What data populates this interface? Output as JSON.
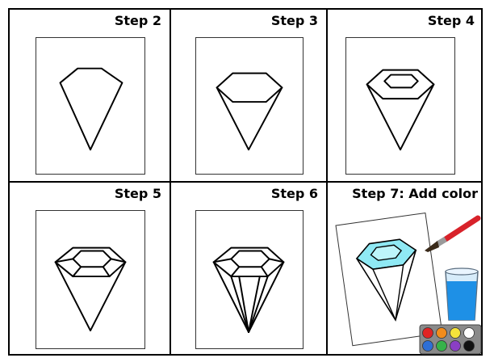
{
  "steps": [
    {
      "label": "Step 2"
    },
    {
      "label": "Step 3"
    },
    {
      "label": "Step 4"
    },
    {
      "label": "Step 5"
    },
    {
      "label": "Step 6"
    },
    {
      "label": "Step 7: Add color"
    }
  ],
  "colors": {
    "gem_fill": "#8FE9F4",
    "water": "#1E90E6",
    "brush_handle": "#D8222A",
    "palette_frame": "#8A8A8A",
    "paint_pots": [
      "#E02424",
      "#F28C1C",
      "#F5E33A",
      "#FFFFFF",
      "#2E6FD6",
      "#36B24A",
      "#8A3FC4",
      "#111111"
    ]
  },
  "icons": [
    "diamond-drawing-icon",
    "paintbrush-icon",
    "water-cup-icon",
    "paint-palette-icon"
  ]
}
